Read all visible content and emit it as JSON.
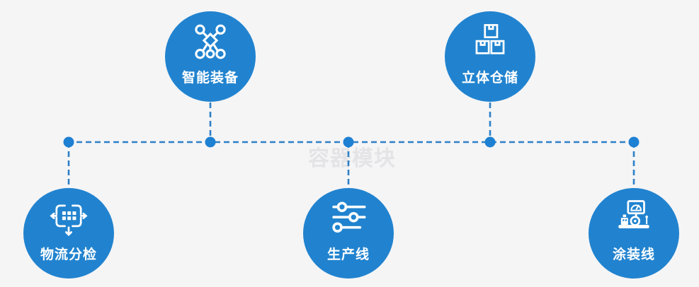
{
  "watermark": "容器模块",
  "colors": {
    "background": "#f5f5f6",
    "node_blue": "#2183cf",
    "connector_blue": "#2e80c6",
    "junction_dot_blue": "#1e80d2",
    "label_white": "#ffffff",
    "watermark_gray": "#e4e4e6"
  },
  "nodes": [
    {
      "id": "smart-equipment",
      "label": "智能装备",
      "icon": "network-nodes-icon",
      "position": "top-left"
    },
    {
      "id": "stereo-warehouse",
      "label": "立体仓储",
      "icon": "stacked-boxes-icon",
      "position": "top-right"
    },
    {
      "id": "logistics-sorting",
      "label": "物流分检",
      "icon": "sort-distribute-icon",
      "position": "bottom-left"
    },
    {
      "id": "production-line",
      "label": "生产线",
      "icon": "sliders-icon",
      "position": "bottom-center"
    },
    {
      "id": "coating-line",
      "label": "涂装线",
      "icon": "machine-station-icon",
      "position": "bottom-right"
    }
  ]
}
